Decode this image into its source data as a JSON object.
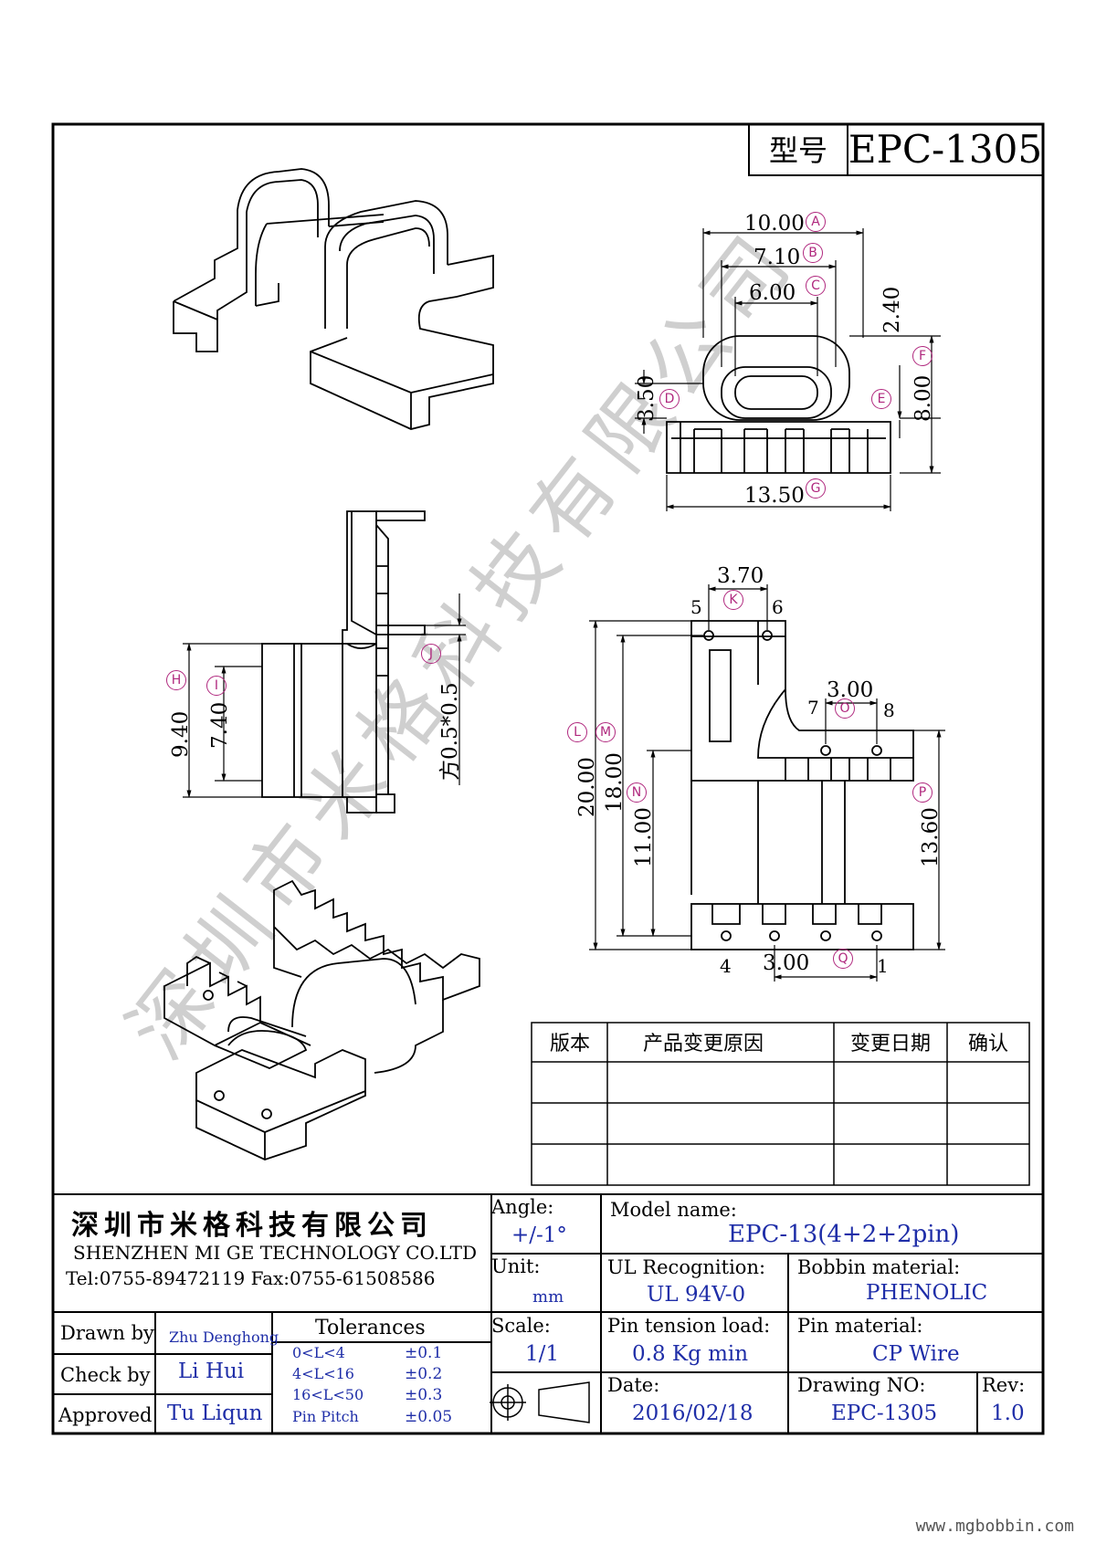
{
  "title_block": {
    "label": "型号",
    "model": "EPC-1305"
  },
  "dims": {
    "A": "10.00",
    "B": "7.10",
    "C": "6.00",
    "D": "3.50",
    "E": "",
    "F": "2.40",
    "F2": "8.00",
    "G": "13.50",
    "H": "9.40",
    "I": "7.40",
    "J": "方0.5*0.5",
    "K": "3.70",
    "L": "20.00",
    "M": "18.00",
    "N": "11.00",
    "O": "3.00",
    "P": "13.60",
    "Q": "3.00"
  },
  "dim_letters": [
    "A",
    "B",
    "C",
    "D",
    "E",
    "F",
    "G",
    "H",
    "I",
    "J",
    "K",
    "L",
    "M",
    "N",
    "O",
    "P",
    "Q"
  ],
  "pins": {
    "p5": "5",
    "p6": "6",
    "p7": "7",
    "p8": "8",
    "p4": "4",
    "p1": "1"
  },
  "watermark": "深圳市米格科技有限公司",
  "revision_table": {
    "headers": [
      "版本",
      "产品变更原因",
      "变更日期",
      "确认"
    ]
  },
  "company": {
    "name_cn": "深圳市米格科技有限公司",
    "name_en": "SHENZHEN  MI GE TECHNOLOGY  CO.LTD",
    "contact": "Tel:0755-89472119     Fax:0755-61508586"
  },
  "people": {
    "drawn_label": "Drawn by",
    "drawn": "Zhu Denghong",
    "check_label": "Check by",
    "check": "Li Hui",
    "approved_label": "Approved",
    "approved": "Tu Liqun"
  },
  "tolerances": {
    "title": "Tolerances",
    "rows": [
      {
        "range": "0<L<4",
        "tol": "±0.1"
      },
      {
        "range": "4<L<16",
        "tol": "±0.2"
      },
      {
        "range": "16<L<50",
        "tol": "±0.3"
      },
      {
        "range": "Pin Pitch",
        "tol": "±0.05"
      }
    ]
  },
  "specs": {
    "angle_label": "Angle:",
    "angle": "+/-1°",
    "unit_label": "Unit:",
    "unit": "mm",
    "scale_label": "Scale:",
    "scale": "1/1",
    "model_label": "Model name:",
    "model": "EPC-13(4+2+2pin)",
    "ul_label": "UL Recognition:",
    "ul": "UL 94V-0",
    "bobbin_label": "Bobbin material:",
    "bobbin": "PHENOLIC",
    "tension_label": "Pin tension load:",
    "tension": "0.8 Kg min",
    "pinmat_label": "Pin material:",
    "pinmat": "CP Wire",
    "date_label": "Date:",
    "date": "2016/02/18",
    "drawing_label": "Drawing NO:",
    "drawing": "EPC-1305",
    "rev_label": "Rev:",
    "rev": "1.0"
  },
  "footer_url": "www.mgbobbin.com"
}
